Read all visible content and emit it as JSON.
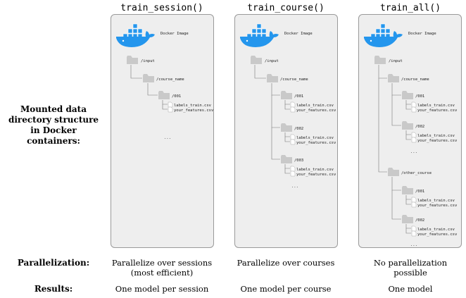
{
  "columns": [
    {
      "title": "train_session()",
      "docker_label": "Docker Image",
      "parallelization": "Parallelize over sessions (most efficient)",
      "results": "One model per session"
    },
    {
      "title": "train_course()",
      "docker_label": "Docker Image",
      "parallelization": "Parallelize over courses",
      "results": "One model per course"
    },
    {
      "title": "train_all()",
      "docker_label": "Docker Image",
      "parallelization": "No parallelization possible",
      "results": "One model"
    }
  ],
  "row_labels": {
    "structure": "Mounted data directory structure in Docker containers:",
    "parallelization": "Parallelization:",
    "results": "Results:"
  },
  "tree_labels": {
    "input": "/input",
    "course_name": "/course_name",
    "other_course": "/other_course",
    "s001": "/001",
    "s002": "/002",
    "s003": "/003",
    "labels": "labels_train.csv",
    "features": "your_features.csv",
    "ellipsis": "..."
  },
  "colors": {
    "panel_bg": "#eeeeee",
    "panel_border": "#9a9a9a",
    "folder": "#c9c9c9",
    "docker_blue": "#2496ed",
    "line": "#777777"
  }
}
